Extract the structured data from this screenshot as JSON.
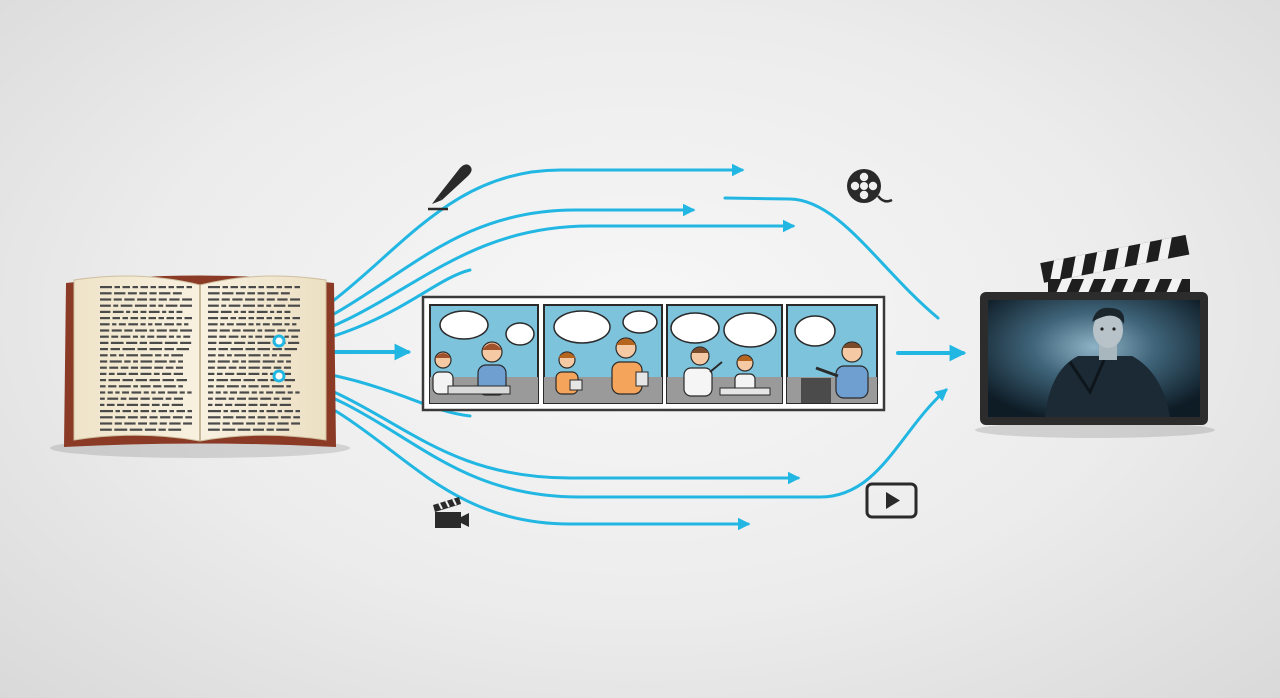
{
  "diagram": {
    "stages": [
      {
        "id": "source",
        "kind": "open-book",
        "text": ""
      },
      {
        "id": "storyboard",
        "kind": "comic-strip",
        "panels": 4,
        "text": ""
      },
      {
        "id": "output",
        "kind": "film-screen",
        "text": ""
      }
    ],
    "icons": [
      "pen-nib-icon",
      "film-reel-icon",
      "clapperboard-icon",
      "play-button-icon"
    ],
    "colors": {
      "flow": "#22b7e3",
      "panel_sky": "#7ec3dc",
      "panel_table": "#9a9a9a",
      "book_cover": "#8b3a26",
      "book_page": "#f1e7cf",
      "screen_frame": "#2c2c2c",
      "icon": "#2a2a2a"
    }
  }
}
